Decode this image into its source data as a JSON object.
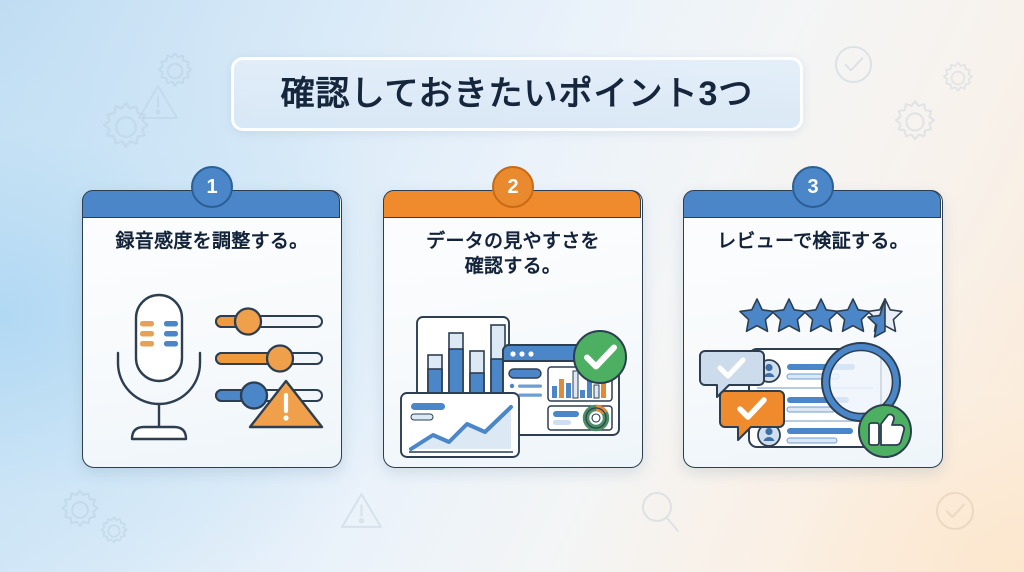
{
  "page": {
    "title": "確認しておきたいポイント3つ",
    "language": "ja",
    "background": {
      "gradient_from": "#bfdcf2",
      "gradient_mid": "#eef3f7",
      "gradient_to": "#fbe9d6"
    }
  },
  "theme": {
    "blue": "#4a86c8",
    "blue_dark": "#2b5f95",
    "orange": "#ef8b2c",
    "orange_dark": "#c96a15",
    "green": "#4caf50",
    "text_dark": "#13233a",
    "card_bg": "#fbfdfe",
    "card_border": "#2c3e50"
  },
  "cards": [
    {
      "number": "1",
      "accent": "blue",
      "accent_color": "#4a86c8",
      "title": "録音感度を調整する。",
      "illustration": "microphone-with-sliders-and-warning",
      "illustration_parts": [
        "microphone-icon",
        "slider-orange-1",
        "slider-orange-2",
        "slider-blue-3",
        "warning-triangle-icon"
      ]
    },
    {
      "number": "2",
      "accent": "orange",
      "accent_color": "#ef8b2c",
      "title": "データの見やすさを\n確認する。",
      "title_line1": "データの見やすさを",
      "title_line2": "確認する。",
      "illustration": "dashboard-charts-with-check-badge",
      "illustration_parts": [
        "bar-chart-panel",
        "browser-window-panel",
        "line-chart-panel",
        "mini-bar-chart",
        "donut-chart",
        "check-circle-badge"
      ]
    },
    {
      "number": "3",
      "accent": "blue",
      "accent_color": "#4a86c8",
      "title": "レビューで検証する。",
      "illustration": "review-list-with-stars-and-magnifier",
      "illustration_parts": [
        "star-rating",
        "review-list-panel",
        "avatar-row",
        "speech-bubble-check-blue",
        "speech-bubble-check-orange",
        "magnifier-icon",
        "thumbs-up-badge"
      ],
      "rating": {
        "value": 4.5,
        "max": 5,
        "full_stars": 4,
        "half_stars": 1
      }
    }
  ],
  "decorations": [
    {
      "name": "gear-icon",
      "position": "top-left"
    },
    {
      "name": "gear-icon",
      "position": "top-left-small"
    },
    {
      "name": "warning-triangle-icon",
      "position": "top-left-mid"
    },
    {
      "name": "check-circle-icon",
      "position": "top-right"
    },
    {
      "name": "gear-icon",
      "position": "top-right-a"
    },
    {
      "name": "gear-icon",
      "position": "top-right-b"
    },
    {
      "name": "gear-icon",
      "position": "bottom-left"
    },
    {
      "name": "gear-icon",
      "position": "bottom-left-small"
    },
    {
      "name": "warning-triangle-icon",
      "position": "bottom-center"
    },
    {
      "name": "magnifier-icon",
      "position": "bottom-right-mid"
    },
    {
      "name": "check-circle-icon",
      "position": "bottom-right"
    }
  ]
}
